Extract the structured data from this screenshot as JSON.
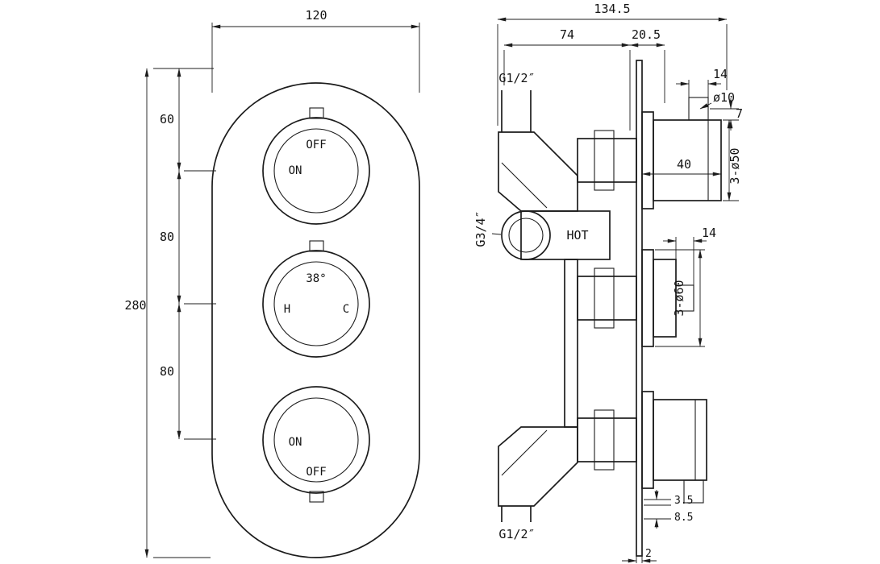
{
  "drawing": {
    "front": {
      "dim_width": "120",
      "dim_height": "280",
      "seg1": "60",
      "seg2": "80",
      "seg3": "80",
      "top_knob": {
        "off": "OFF",
        "on": "ON"
      },
      "mid_knob": {
        "temp": "38°",
        "hot": "H",
        "cold": "C"
      },
      "bottom_knob": {
        "on": "ON",
        "off": "OFF"
      }
    },
    "side": {
      "dim_overall": "134.5",
      "dim_74": "74",
      "dim_20_5": "20.5",
      "g12_top": "G1/2″",
      "g34": "G3/4″",
      "g12_bottom": "G1/2″",
      "hot_label": "HOT",
      "dim_14_top": "14",
      "dim_d10": "ø10",
      "dim_7": "7",
      "dim_40": "40",
      "dim_3_d50": "3-ø50",
      "dim_14_mid": "14",
      "dim_3_d60": "3-ø60",
      "dim_3_5": "3.5",
      "dim_8_5": "8.5",
      "dim_2": "2"
    }
  }
}
